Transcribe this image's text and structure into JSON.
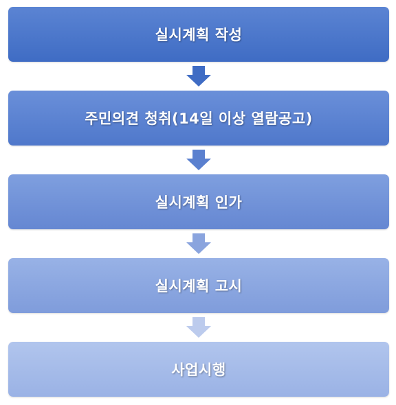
{
  "steps": [
    {
      "label": "실시계획 작성"
    },
    {
      "label": "주민의견 청취(14일 이상 열람공고)"
    },
    {
      "label": "실시계획 인가"
    },
    {
      "label": "실시계획 고시"
    },
    {
      "label": "사업시행"
    }
  ],
  "colors": {
    "step_1": "#4a76c9",
    "step_2": "#5a80cf",
    "step_3": "#7393d8",
    "step_4": "#8ba8e1",
    "step_5": "#a5bce9",
    "arrow_1": "#3f6cc4",
    "arrow_2": "#5a80cf",
    "arrow_3": "#8aa4de",
    "arrow_4": "#bccbed"
  }
}
